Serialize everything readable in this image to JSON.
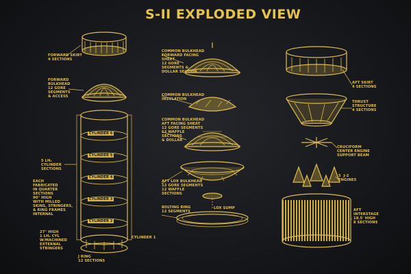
{
  "title": "S-II EXPLODED VIEW",
  "colors": {
    "background": "#15161a",
    "ink": "#e2bf55",
    "accent": "#d9b543"
  },
  "labels": {
    "forward_skirt": "FORWARD SKIRT\n4 SECTIONS",
    "forward_bulkhead": "FORWARD\nBULKHEAD\n12 GORE\nSEGMENTS\n& ACCESS",
    "lh2_sections": "5 LH₂\nCYLINDER\nSECTIONS",
    "each_fabricated": "EACH\nFABRICATED\nIN QUARTER\nSECTIONS\n90\" HIGH\nWITH MILLED\nSKINS, STRINGERS,\n& RING FRAMES\nINTERNAL",
    "cyl_22": "27\" HIGH\n1 LH₂ CYL\nW/MACHINED\nEXTERNAL\nSTRINGERS",
    "j_ring": "J RING\n12 SECTIONS",
    "common_fwd": "COMMON BULKHEAD\nFORWARD FACING\nSHEET\n12 GORE\nSEGMENTS &\nDOLLAR SECTION",
    "common_insulation": "COMMON BULKHEAD\nINSULATION",
    "common_aft": "COMMON BULKHEAD\nAFT FACING SHEAT\n12 GORE SEGMENTS\n12 WAFFLE\nSECTIONS\n& DOLLAR",
    "aft_lox": "AFT LOX BULKHEAD\n12 GORE SEGMENTS\n12 WAFFLE\nSECTIONS",
    "bolting_ring": "BOLTING RING\n12 SEGMENTS",
    "lox_sump": "LOX SUMP",
    "aft_skirt": "AFT SKIRT\n4 SECTIONS",
    "thrust_structure": "THRUST\nSTRUCTURE\n4 SECTIONS",
    "cruciform": "CRUCIFORM\nCENTER ENGINE\nSUPPORT BEAM",
    "j2_engines": "5  J-2\nENGINES",
    "aft_interstage": "AFT\nINTERSTAGE\n18.5' HIGH\n8 SECTIONS"
  },
  "cylinders": [
    "CYLINDER 6",
    "CYLINDER 5",
    "CYLINDER 4",
    "CYLINDER 3",
    "CYLINDER 2",
    "CYLINDER 1"
  ]
}
